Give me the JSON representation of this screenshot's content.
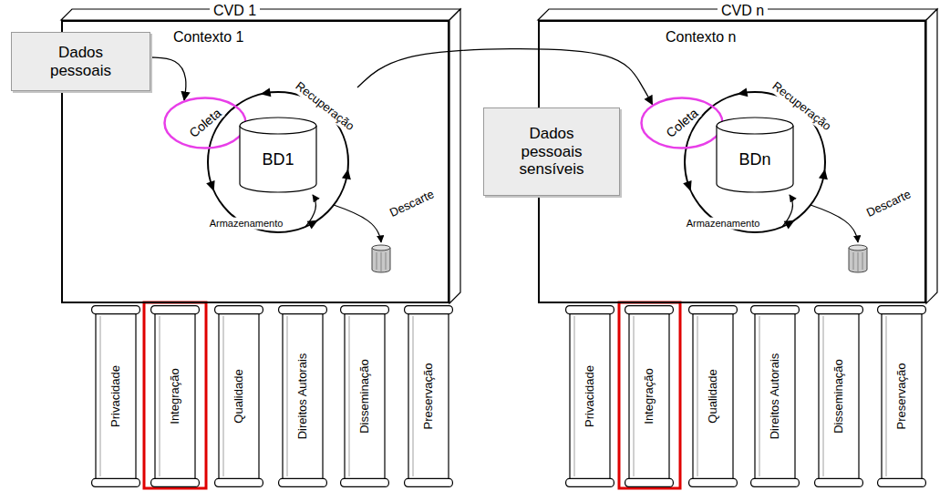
{
  "diagram": {
    "nodes": [
      {
        "text": [
          "CVD 1",
          "Contexto 1"
        ]
      },
      {
        "text": [
          "Coleta"
        ],
        "in": 0
      },
      {
        "text": [
          "BD1"
        ],
        "in": 0
      },
      {
        "text": [
          "Dados pessoais"
        ]
      },
      {
        "text": [
          "CVD n",
          "Contexto n"
        ]
      },
      {
        "text": [
          "Coleta"
        ],
        "in": 4
      },
      {
        "text": [
          "BDn"
        ],
        "in": 4
      },
      {
        "text": [
          "Dados pessoais sensíveis"
        ]
      },
      {
        "text": [
          "Privacidade"
        ]
      },
      {
        "text": [
          "Integração"
        ]
      },
      {
        "text": [
          "Qualidade"
        ]
      },
      {
        "text": [
          "Direitos Autorais"
        ]
      },
      {
        "text": [
          "Disseminação"
        ]
      },
      {
        "text": [
          "Preservação"
        ]
      },
      {
        "text": [
          "Privacidade"
        ]
      },
      {
        "text": [
          "Integração"
        ]
      },
      {
        "text": [
          "Qualidade"
        ]
      },
      {
        "text": [
          "Direitos Autorais"
        ]
      },
      {
        "text": [
          "Disseminação"
        ]
      },
      {
        "text": [
          "Preservação"
        ]
      }
    ],
    "edges": [
      {
        "from": 3,
        "to": 1,
        "arrow": "to"
      },
      {
        "from": 0,
        "to": 5,
        "arrow": "to"
      }
    ],
    "labels": [
      "Recuperação",
      "Armazenamento",
      "Descarte",
      "Recuperação",
      "Armazenamento",
      "Descarte"
    ]
  }
}
